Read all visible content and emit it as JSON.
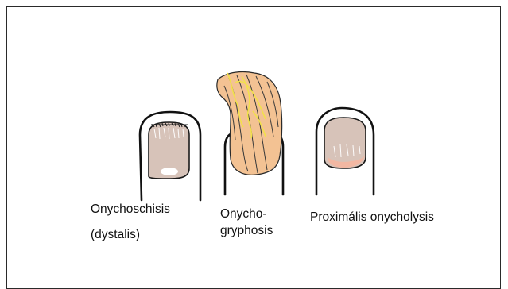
{
  "labels": {
    "onychoschisis_line1": "Onychoschisis",
    "onychoschisis_line2": "(dystalis)",
    "onychogryphosis_line1": "Onycho-",
    "onychogryphosis_line2": "gryphosis",
    "onycholysis": "Proximális onycholysis"
  },
  "colors": {
    "nail_plate": "#d7c3b9",
    "gryphosis_nail": "#f3c293",
    "onycholysis_patch": "#f2b7a2",
    "outline": "#111111",
    "highlight_yellow": "#f2e14b"
  }
}
